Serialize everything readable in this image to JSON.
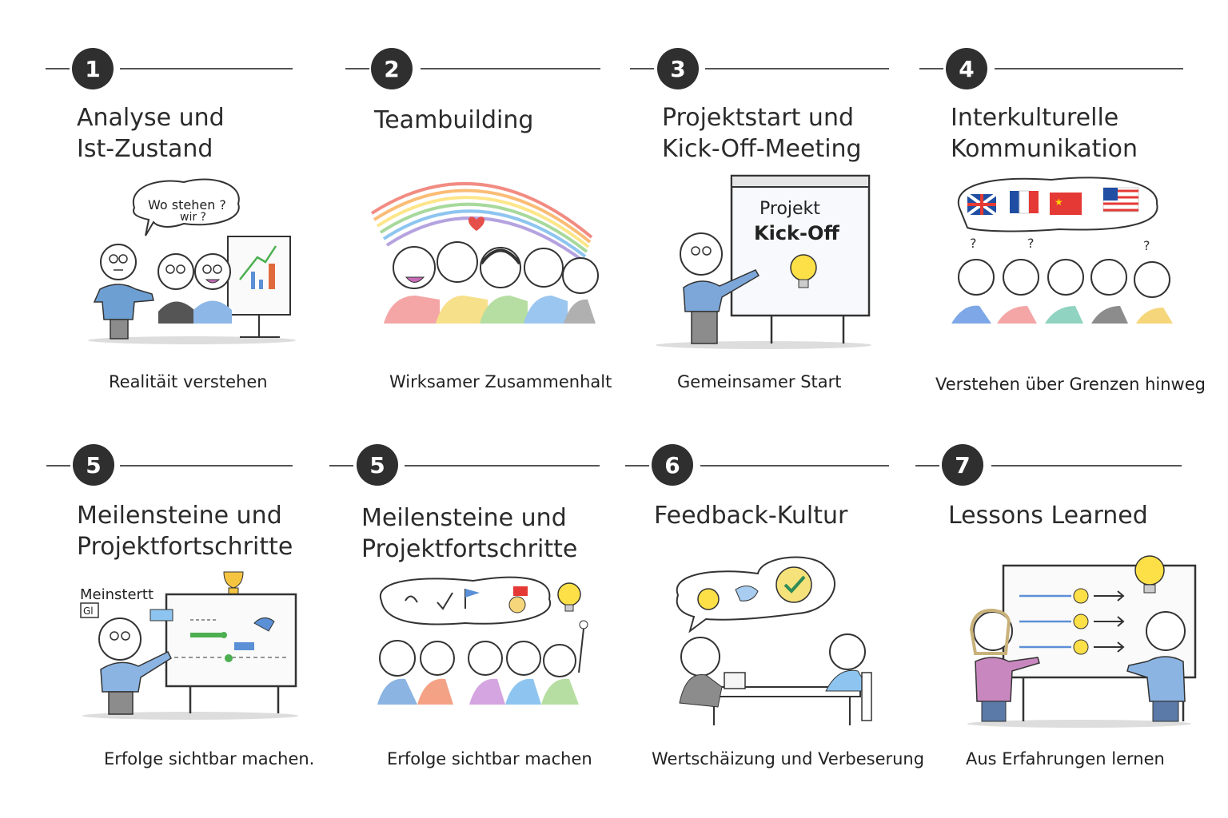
{
  "steps": [
    {
      "number": "1",
      "title": "Analyse und\nIst-Zustand",
      "caption": "Realitäit verstehen",
      "bubble1": "Wo stehen ?",
      "bubble2": "wir ?"
    },
    {
      "number": "2",
      "title": "Teambuilding",
      "caption": "Wirksamer Zusammenhalt"
    },
    {
      "number": "3",
      "title": "Projektstart und\nKick-Off-Meeting",
      "caption": "Gemeinsamer Start",
      "board1": "Projekt",
      "board2": "Kick-Off"
    },
    {
      "number": "4",
      "title": "Interkulturelle\nKommunikation",
      "caption": "Verstehen über Grenzen hinweg"
    },
    {
      "number": "5",
      "title": "Meilensteine und\nProjektfortschritte",
      "caption": "Erfolge sichtbar machen.",
      "board_label": "Meinstertt",
      "board_label2": "Gl"
    },
    {
      "number": "5",
      "title": "Meilensteine und\nProjektfortschritte",
      "caption": "Erfolge sichtbar machen"
    },
    {
      "number": "6",
      "title": "Feedback-Kultur",
      "caption": "Wertschäizung und Verbeserung"
    },
    {
      "number": "7",
      "title": "Lessons Learned",
      "caption": "Aus Erfahrungen lernen"
    }
  ],
  "colors": {
    "badge": "#2f2f2f",
    "line": "#555555",
    "text": "#2b2b2b"
  }
}
